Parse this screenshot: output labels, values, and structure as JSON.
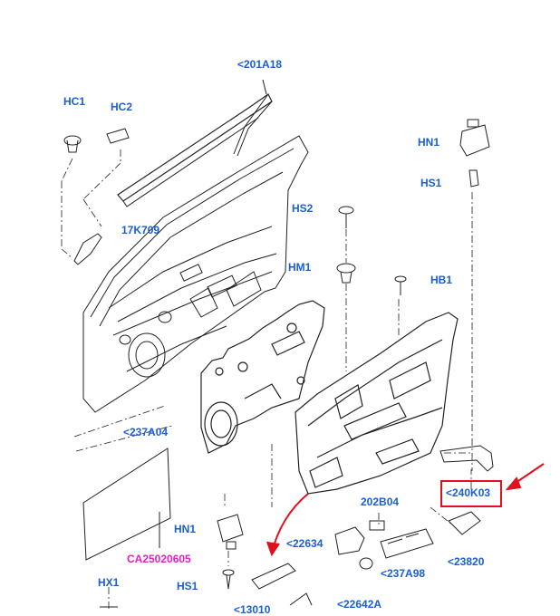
{
  "diagram": {
    "colors": {
      "label": "#1a5fd4",
      "magenta_label": "#e020c0",
      "highlight": "#e0101c",
      "line": "#222222"
    },
    "labels": {
      "l201a18": "<201A18",
      "hc1": "HC1",
      "hc2": "HC2",
      "k709": "17K709",
      "hn1_top": "HN1",
      "hs1_top": "HS1",
      "hs2": "HS2",
      "hm1": "HM1",
      "hb1": "HB1",
      "a237a04": "<237A04",
      "k240k03": "<240K03",
      "b202b04": "202B04",
      "hn1_bot": "HN1",
      "a22634": "<22634",
      "a237a98": "<237A98",
      "a23820": "<23820",
      "ca": "CA25020605",
      "hs1_bot": "HS1",
      "hx1": "HX1",
      "a22642a": "<22642A",
      "a13010": "<13010"
    }
  }
}
